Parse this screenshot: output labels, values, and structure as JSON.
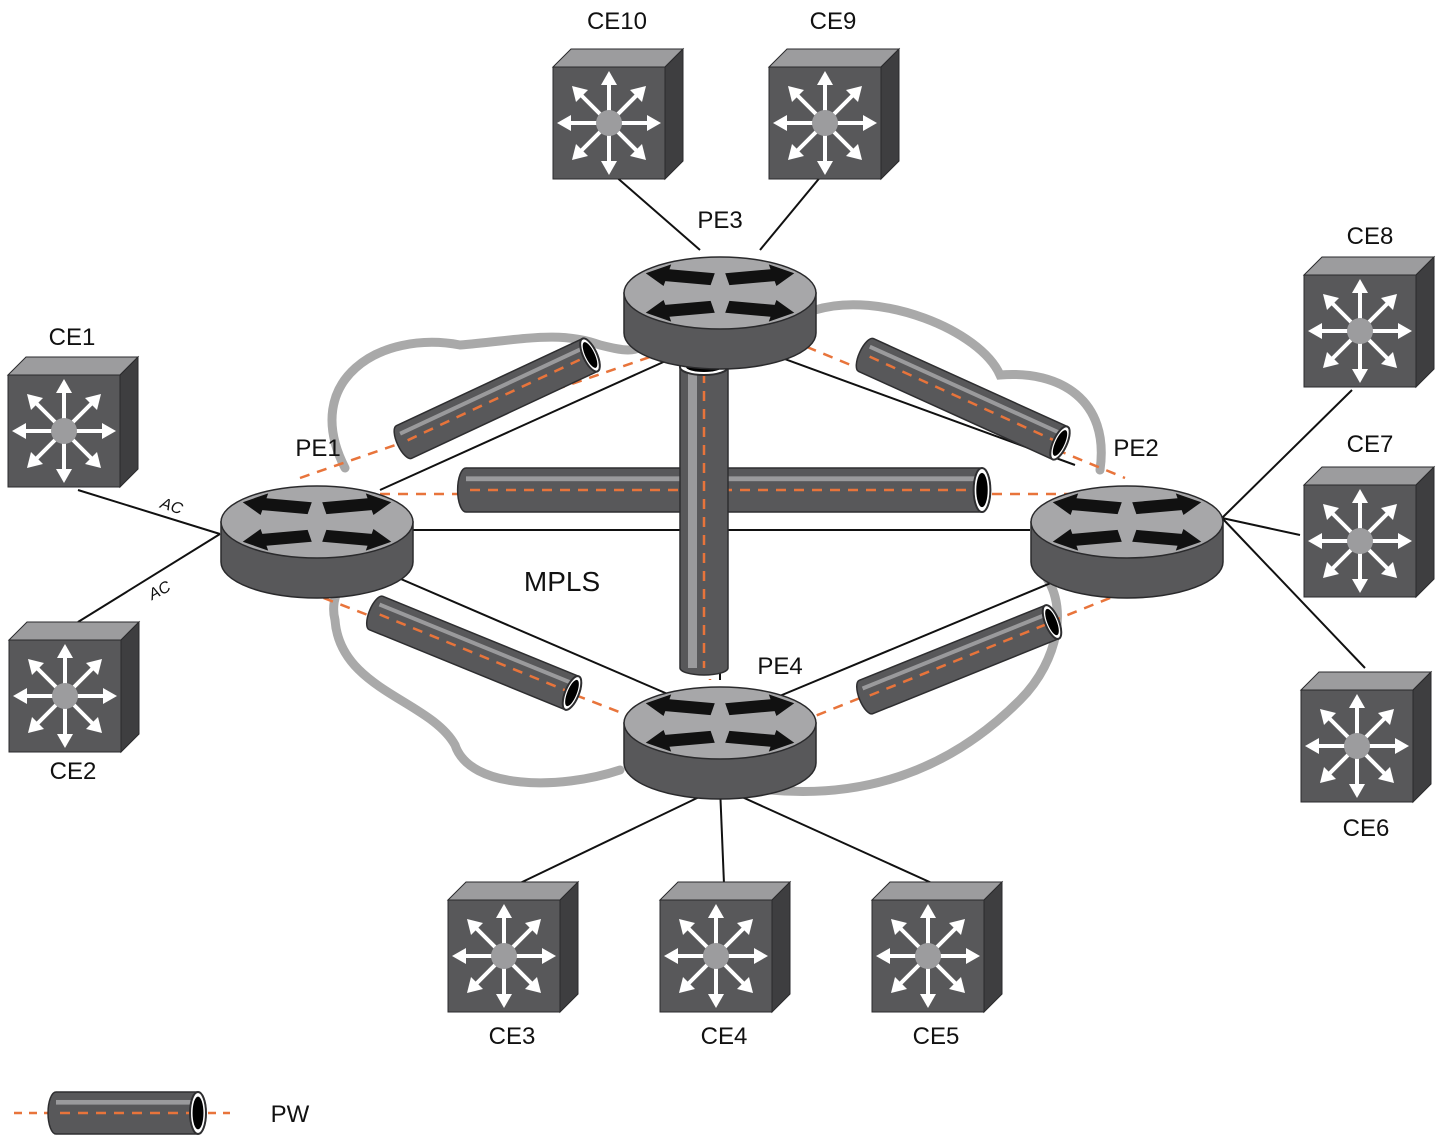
{
  "diagram": {
    "cloud_label": "MPLS",
    "ac_labels": [
      "AC",
      "AC"
    ],
    "legend": {
      "label": "PW"
    },
    "routers": [
      {
        "id": "PE1",
        "label": "PE1"
      },
      {
        "id": "PE2",
        "label": "PE2"
      },
      {
        "id": "PE3",
        "label": "PE3"
      },
      {
        "id": "PE4",
        "label": "PE4"
      }
    ],
    "switches": [
      {
        "id": "CE1",
        "label": "CE1"
      },
      {
        "id": "CE2",
        "label": "CE2"
      },
      {
        "id": "CE3",
        "label": "CE3"
      },
      {
        "id": "CE4",
        "label": "CE4"
      },
      {
        "id": "CE5",
        "label": "CE5"
      },
      {
        "id": "CE6",
        "label": "CE6"
      },
      {
        "id": "CE7",
        "label": "CE7"
      },
      {
        "id": "CE8",
        "label": "CE8"
      },
      {
        "id": "CE9",
        "label": "CE9"
      },
      {
        "id": "CE10",
        "label": "CE10"
      }
    ],
    "attachment_links": [
      [
        "CE1",
        "PE1"
      ],
      [
        "CE2",
        "PE1"
      ],
      [
        "CE10",
        "PE3"
      ],
      [
        "CE9",
        "PE3"
      ],
      [
        "CE8",
        "PE2"
      ],
      [
        "CE7",
        "PE2"
      ],
      [
        "CE6",
        "PE2"
      ],
      [
        "CE3",
        "PE4"
      ],
      [
        "CE4",
        "PE4"
      ],
      [
        "CE5",
        "PE4"
      ]
    ],
    "pseudowires": [
      [
        "PE1",
        "PE3"
      ],
      [
        "PE3",
        "PE2"
      ],
      [
        "PE1",
        "PE2"
      ],
      [
        "PE3",
        "PE4"
      ],
      [
        "PE1",
        "PE4"
      ],
      [
        "PE4",
        "PE2"
      ]
    ],
    "colors": {
      "device_dark": "#58585a",
      "device_side": "#3e3e40",
      "device_top": "#9c9c9e",
      "router_top": "#a7a7a9",
      "tunnel_highlight": "#9a9a9c",
      "cloud": "#a9a9a9",
      "pw_dash": "#e8743b",
      "link": "#111111"
    }
  }
}
